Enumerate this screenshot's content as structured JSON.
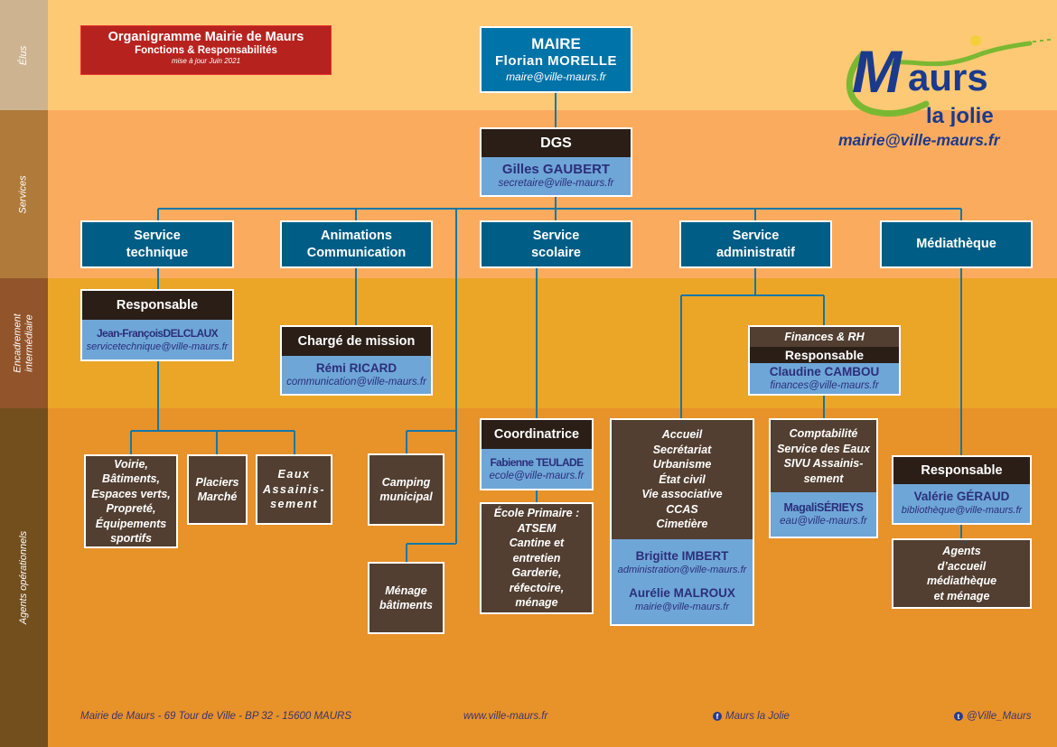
{
  "bands": {
    "elus": "Élus",
    "services": "Services",
    "encadrement_line1": "Encadrement",
    "encadrement_line2": "intermédiaire",
    "agents": "Agents opérationnels"
  },
  "title": {
    "main": "Organigramme Mairie de Maurs",
    "sub": "Fonctions & Responsabilités",
    "update": "mise à jour Juin 2021"
  },
  "logo": {
    "word": "Maurs",
    "tagline": "la jolie",
    "email": "mairie@ville-maurs.fr",
    "colors": {
      "text": "#1b3a8c",
      "swoosh": "#7ab832",
      "sun": "#f3d03a"
    }
  },
  "maire": {
    "role": "MAIRE",
    "name": "Florian MORELLE",
    "email": "maire@ville-maurs.fr"
  },
  "dgs": {
    "role": "DGS",
    "name": "Gilles GAUBERT",
    "email": "secretaire@ville-maurs.fr"
  },
  "services": [
    {
      "label": "Service\ntechnique"
    },
    {
      "label": "Animations\nCommunication"
    },
    {
      "label": "Service\nscolaire"
    },
    {
      "label": "Service\nadministratif"
    },
    {
      "label": "Médiathèque"
    }
  ],
  "technique": {
    "head": "Responsable",
    "name": "Jean-FrançoisDELCLAUX",
    "email": "servicetechnique@ville-maurs.fr",
    "agents": [
      "Voirie,\nBâtiments,\nEspaces verts,\nPropreté,\nÉquipements\nsportifs",
      "Placiers\nMarché",
      "Eaux\nAssainis-\nsement"
    ]
  },
  "communication": {
    "head": "Chargé de mission",
    "name": "Rémi RICARD",
    "email": "communication@ville-maurs.fr"
  },
  "dgs_direct": {
    "camping": "Camping\nmunicipal",
    "menage": "Ménage\nbâtiments"
  },
  "scolaire": {
    "head": "Coordinatrice",
    "name": "Fabienne TEULADE",
    "email": "ecole@ville-maurs.fr",
    "agents": "École Primaire :\nATSEM\nCantine et\nentretien\nGarderie,\nréfectoire,\nménage"
  },
  "administratif": {
    "finances": {
      "title": "Finances & RH",
      "head": "Responsable",
      "name": "Claudine CAMBOU",
      "email": "finances@ville-maurs.fr"
    },
    "accueil": {
      "functions": "Accueil\nSecrétariat\nUrbanisme\nÉtat civil\nVie associative\nCCAS\nCimetière",
      "people": [
        {
          "name": "Brigitte IMBERT",
          "email": "administration@ville-maurs.fr"
        },
        {
          "name": "Aurélie MALROUX",
          "email": "mairie@ville-maurs.fr"
        }
      ]
    },
    "compta": {
      "functions": "Comptabilité\nService des Eaux\nSIVU Assainis-\nsement",
      "name": "MagaliSÉRIEYS",
      "email": "eau@ville-maurs.fr"
    }
  },
  "mediatheque": {
    "head": "Responsable",
    "name": "Valérie GÉRAUD",
    "email": "bibliothèque@ville-maurs.fr",
    "agents": "Agents\nd’accueil\nmédiathèque\net ménage"
  },
  "footer": {
    "address": "Mairie de Maurs - 69 Tour de Ville - BP 32 - 15600 MAURS",
    "website": "www.ville-maurs.fr",
    "facebook": "Maurs la Jolie",
    "twitter": "@Ville_Maurs"
  },
  "colors": {
    "connector": "#1278a8",
    "service_box": "#005d85",
    "mayor_box": "#0073a8",
    "dark_header": "#2a1e17",
    "person_box": "#6fa6d8",
    "agent_box": "#523f31",
    "title_box": "#b6231f"
  }
}
